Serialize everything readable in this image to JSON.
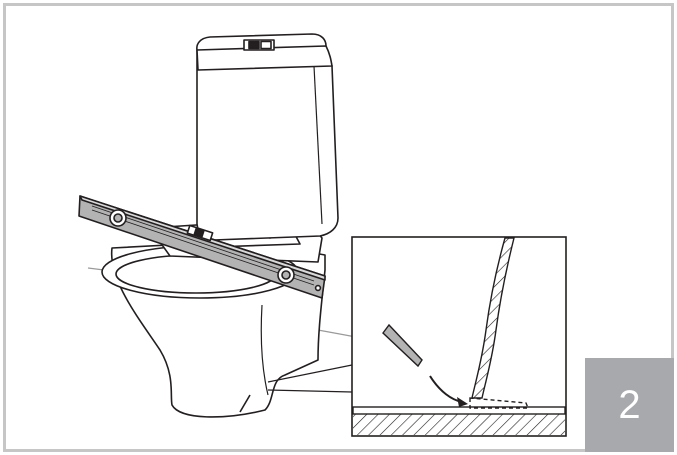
{
  "step": {
    "number": "2"
  },
  "illustration": {
    "subject": "toilet-with-spirit-level",
    "detail_inset": "shim-under-base"
  },
  "colors": {
    "frame": "#c6c6c6",
    "line": "#231f20",
    "level_body": "#b3b3b3",
    "badge": "#a7a9ac",
    "badge_text": "#ffffff",
    "background": "#ffffff"
  }
}
